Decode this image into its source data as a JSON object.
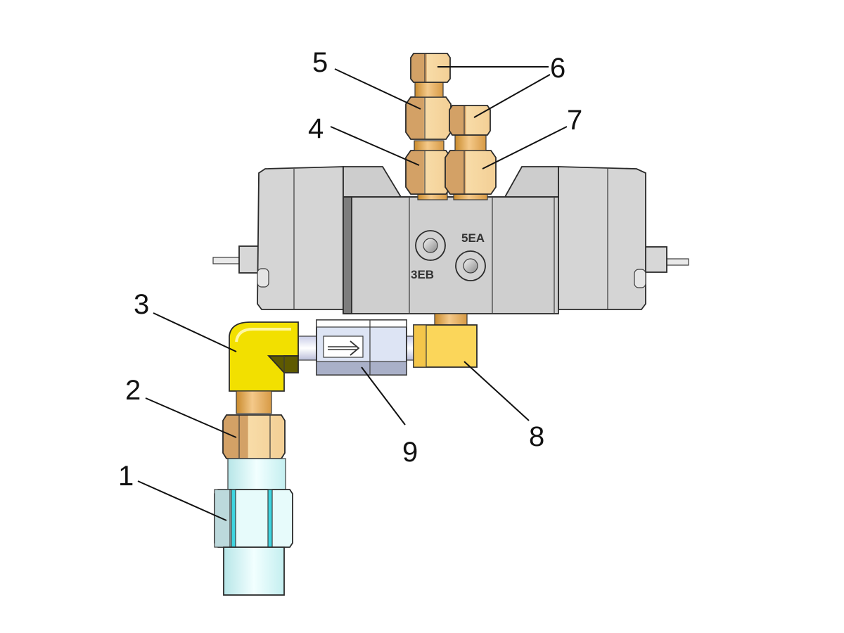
{
  "diagram": {
    "callouts": [
      {
        "id": "1",
        "label": "1"
      },
      {
        "id": "2",
        "label": "2"
      },
      {
        "id": "3",
        "label": "3"
      },
      {
        "id": "4",
        "label": "4"
      },
      {
        "id": "5",
        "label": "5"
      },
      {
        "id": "6",
        "label": "6"
      },
      {
        "id": "7",
        "label": "7"
      },
      {
        "id": "8",
        "label": "8"
      },
      {
        "id": "9",
        "label": "9"
      }
    ],
    "port_labels": {
      "exhaust_b": "3EB",
      "exhaust_a": "5EA"
    }
  },
  "colors": {
    "valve_body": "#cfcfcf",
    "brass": "#e0aa56",
    "yellow_elbow": "#f2e000",
    "steel_coupling": "#dff6f6",
    "check_valve": "#dfe6f2"
  }
}
